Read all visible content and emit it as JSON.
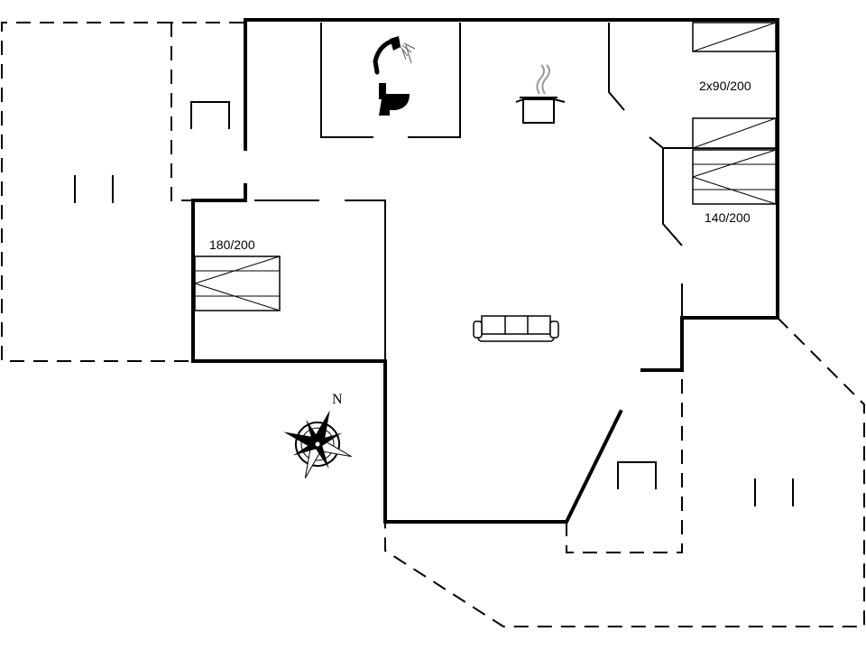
{
  "plan": {
    "beds": {
      "bedroom_1": "180/200",
      "bedroom_2": "2x90/200",
      "bedroom_3": "140/200"
    },
    "compass": {
      "north_label": "N"
    },
    "icons": [
      "shower-icon",
      "toilet-icon",
      "cooking-pot-icon",
      "sofa-icon",
      "compass-rose-icon"
    ]
  }
}
